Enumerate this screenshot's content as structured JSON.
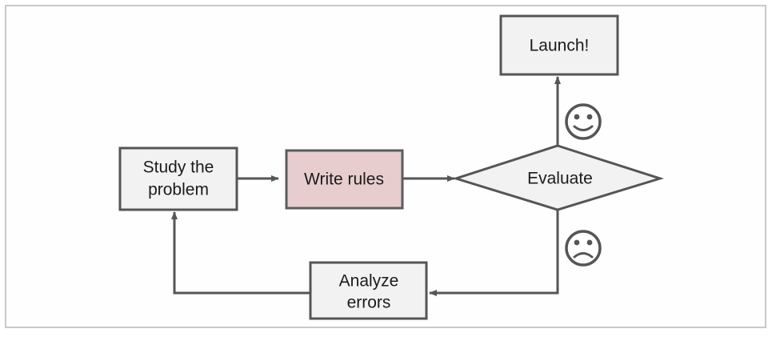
{
  "diagram": {
    "title": "Machine learning rule-based workflow flowchart",
    "frame": {
      "border_color": "#c9c9c9",
      "background": "#fefefe"
    },
    "palette": {
      "stroke": "#555555",
      "box_fill": "#f2f2f2",
      "highlight_fill": "#e7cdcd",
      "highlight_stroke": "#5c5c5c",
      "text": "#1b1b1b"
    },
    "nodes": [
      {
        "id": "study",
        "label": "Study the problem",
        "line1": "Study the",
        "line2": "problem",
        "shape": "rect",
        "fill": "#f2f2f2"
      },
      {
        "id": "write-rules",
        "label": "Write rules",
        "line1": "Write rules",
        "line2": "",
        "shape": "rect",
        "fill": "#e7cdcd"
      },
      {
        "id": "evaluate",
        "label": "Evaluate",
        "line1": "Evaluate",
        "line2": "",
        "shape": "diamond",
        "fill": "#f2f2f2"
      },
      {
        "id": "launch",
        "label": "Launch!",
        "line1": "Launch!",
        "line2": "",
        "shape": "rect",
        "fill": "#f2f2f2"
      },
      {
        "id": "analyze-errors",
        "label": "Analyze errors",
        "line1": "Analyze",
        "line2": "errors",
        "shape": "rect",
        "fill": "#f2f2f2"
      }
    ],
    "icons": [
      {
        "id": "happy-face",
        "name": "happy-face-icon",
        "meaning": "success"
      },
      {
        "id": "sad-face",
        "name": "sad-face-icon",
        "meaning": "failure"
      }
    ],
    "edges": [
      {
        "from": "study",
        "to": "write-rules",
        "label": ""
      },
      {
        "from": "write-rules",
        "to": "evaluate",
        "label": ""
      },
      {
        "from": "evaluate",
        "to": "launch",
        "label": ""
      },
      {
        "from": "evaluate",
        "to": "analyze-errors",
        "label": ""
      },
      {
        "from": "analyze-errors",
        "to": "study",
        "label": ""
      }
    ]
  }
}
